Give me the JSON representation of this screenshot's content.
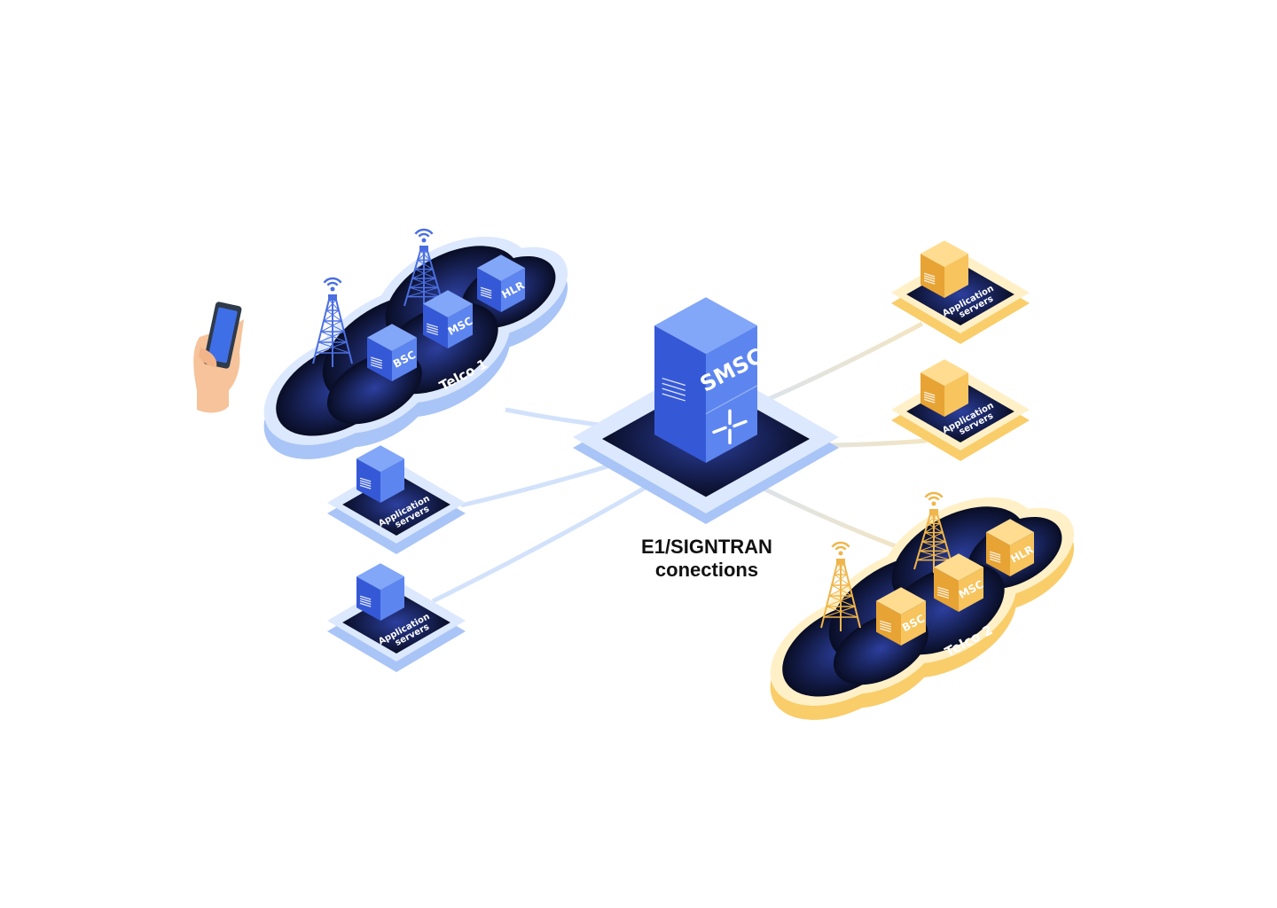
{
  "caption": {
    "line1": "E1/SIGNTRAN",
    "line2": "conections"
  },
  "smsc": {
    "label": "SMSC",
    "icon": "arrows-converge-icon"
  },
  "telcos": [
    {
      "name": "Telco 1",
      "theme": "blue",
      "nodes": [
        "BSC",
        "MSC",
        "HLR"
      ]
    },
    {
      "name": "Telco 2",
      "theme": "gold",
      "nodes": [
        "BSC",
        "MSC",
        "HLR"
      ]
    }
  ],
  "app_servers": [
    {
      "line1": "Application",
      "line2": "servers",
      "theme": "blue"
    },
    {
      "line1": "Application",
      "line2": "servers",
      "theme": "blue"
    },
    {
      "line1": "Application",
      "line2": "servers",
      "theme": "gold"
    },
    {
      "line1": "Application",
      "line2": "servers",
      "theme": "gold"
    }
  ],
  "colors": {
    "blue_left": "#3559d6",
    "blue_right": "#5d85ef",
    "blue_top": "#82a6f8",
    "blue_rim": "#dce8fd",
    "blue_side": "#a9c4f6",
    "gold_left": "#e7a334",
    "gold_right": "#f7c45e",
    "gold_top": "#ffdc8f",
    "gold_rim": "#fff0c8",
    "gold_side": "#f9cd6a",
    "dark": "#050818",
    "dark_glow": "#2c3f9e",
    "link": "#cfe0fb"
  }
}
